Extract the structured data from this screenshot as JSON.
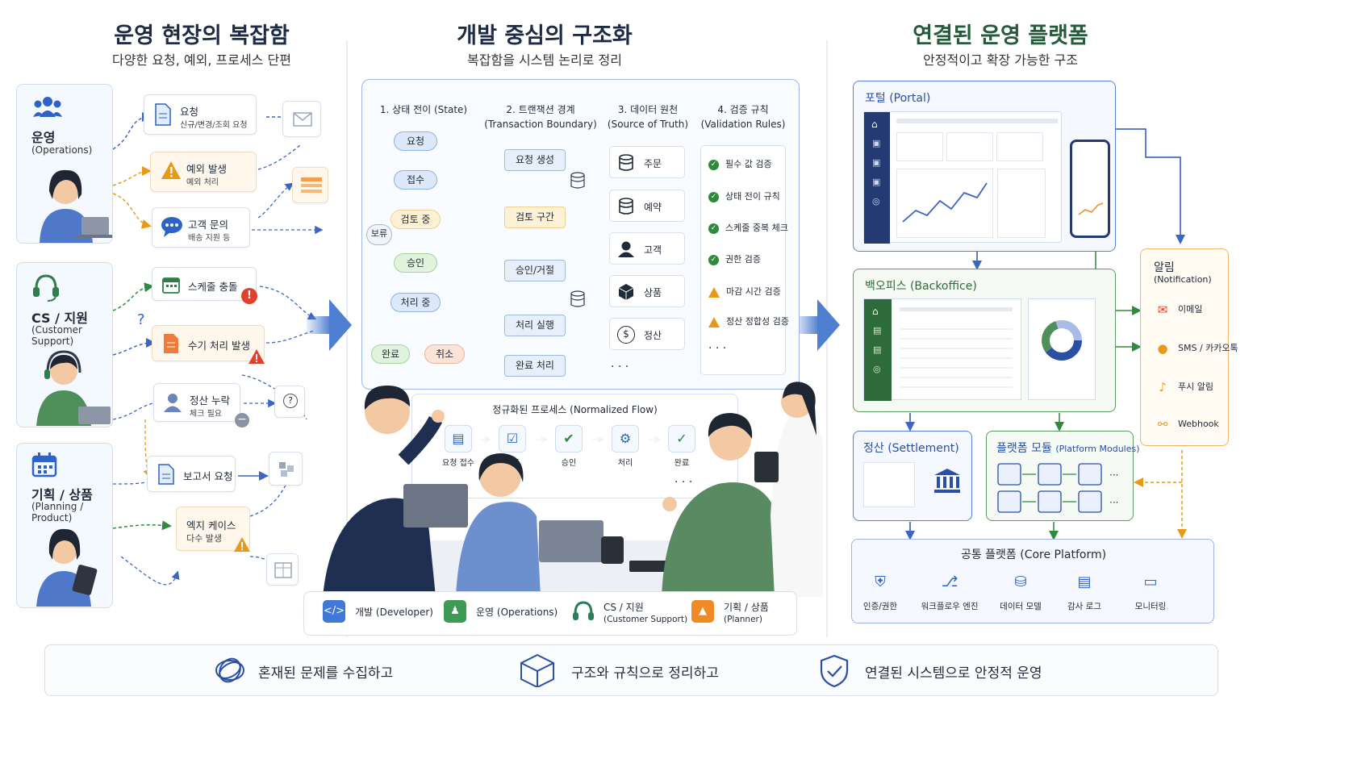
{
  "headers": [
    {
      "title": "운영 현장의 복잡함",
      "subtitle": "다양한 요청, 예외, 프로세스 단편"
    },
    {
      "title": "개발 중심의 구조화",
      "subtitle": "복잡함을 시스템 논리로 정리"
    },
    {
      "title": "연결된 운영 플랫폼",
      "subtitle": "안정적이고 확장 가능한 구조"
    }
  ],
  "colors": {
    "blue": "#2d62c7",
    "green": "#2e6b3a",
    "orange": "#e79a19",
    "red": "#e0412c"
  },
  "roles": [
    {
      "name": "운영",
      "sub": "(Operations)",
      "icon": "people-icon"
    },
    {
      "name": "CS / 지원",
      "sub": "(Customer Support)",
      "icon": "headset-icon"
    },
    {
      "name": "기획 / 상품",
      "sub": "(Planning / Product)",
      "icon": "calendar-icon"
    }
  ],
  "chips": [
    {
      "title": "요청",
      "sub": "신규/변경/조회 요청"
    },
    {
      "title": "예외 발생",
      "sub": "예외 처리"
    },
    {
      "title": "고객 문의",
      "sub": "배송 지원 등"
    },
    {
      "title": "스케줄 충돌",
      "sub": ""
    },
    {
      "title": "수기 처리 발생",
      "sub": ""
    },
    {
      "title": "정산 누락",
      "sub": "체크 필요"
    },
    {
      "title": "보고서 요청",
      "sub": ""
    },
    {
      "title": "엑지 케이스",
      "sub": "다수 발생"
    }
  ],
  "question_mark": "?",
  "columns": [
    {
      "title": "1. 상태 전이 (State)",
      "subtitle": ""
    },
    {
      "title": "2. 트랜잭션 경계",
      "subtitle": "(Transaction Boundary)"
    },
    {
      "title": "3. 데이터 원천",
      "subtitle": "(Source of Truth)"
    },
    {
      "title": "4. 검증 규칙",
      "subtitle": "(Validation Rules)"
    }
  ],
  "states": [
    "요청",
    "접수",
    "검토 중",
    "승인",
    "처리 중",
    "완료",
    "취소",
    "보류"
  ],
  "transactions": [
    "요청 생성",
    "검토 구간",
    "승인/거절",
    "처리 실행",
    "완료 처리"
  ],
  "sources": [
    "주문",
    "예약",
    "고객",
    "상품",
    "정산"
  ],
  "validations": [
    {
      "label": "필수 값 검증",
      "kind": "ok"
    },
    {
      "label": "상태 전이 규칙",
      "kind": "ok"
    },
    {
      "label": "스케줄 중복 체크",
      "kind": "ok"
    },
    {
      "label": "권한 검증",
      "kind": "ok"
    },
    {
      "label": "마감 시간 검증",
      "kind": "warn"
    },
    {
      "label": "정산 정합성 검증",
      "kind": "warn"
    }
  ],
  "ellipsis": "· · ·",
  "normalized_flow": {
    "title": "정규화된 프로세스 (Normalized Flow)",
    "steps": [
      "요청 접수",
      "검토",
      "승인",
      "처리",
      "완료"
    ]
  },
  "team_legend": [
    {
      "label": "개발 (Developer)",
      "sub": "",
      "color": "#3f78d6"
    },
    {
      "label": "운영 (Operations)",
      "sub": "",
      "color": "#3f9a55"
    },
    {
      "label": "CS / 지원",
      "sub": "(Customer Support)",
      "color": "#2e7d5b"
    },
    {
      "label": "기획 / 상품",
      "sub": "(Planner)",
      "color": "#f08a24"
    }
  ],
  "platform": {
    "portal": "포털 (Portal)",
    "backoffice": "백오피스 (Backoffice)",
    "settlement": "정산 (Settlement)",
    "modules": "플랫폼 모듈",
    "modules_en": "(Platform Modules)",
    "notification": {
      "title": "알림",
      "subtitle": "(Notification)"
    },
    "notification_items": [
      "이메일",
      "SMS / 카카오톡",
      "푸시 알림",
      "Webhook"
    ],
    "core": {
      "title": "공통 플랫폼 (Core Platform)",
      "items": [
        "인증/권한",
        "워크플로우 엔진",
        "데이터 모델",
        "감사 로그",
        "모니터링"
      ]
    }
  },
  "bottom": [
    "혼재된 문제를 수집하고",
    "구조와 규칙으로 정리하고",
    "연결된 시스템으로 안정적 운영"
  ]
}
